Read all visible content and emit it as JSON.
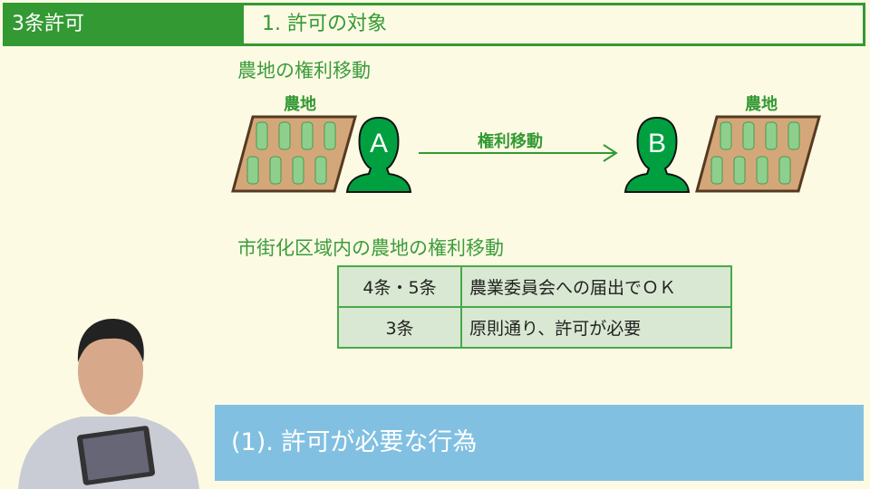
{
  "header": {
    "section": "3条許可",
    "topic": "1. 許可の対象"
  },
  "diagram": {
    "title": "農地の権利移動",
    "field_label_left": "農地",
    "field_label_right": "農地",
    "person_a": "A",
    "person_b": "B",
    "arrow_label": "権利移動"
  },
  "urban": {
    "title": "市街化区域内の農地の権利移動",
    "rows": [
      {
        "article": "4条・5条",
        "rule": "農業委員会への届出でＯＫ"
      },
      {
        "article": "3条",
        "rule": "原則通り、許可が必要"
      }
    ]
  },
  "banner": {
    "text": "(1). 許可が必要な行為"
  },
  "colors": {
    "green": "#339933",
    "bg": "#fdfae4",
    "banner": "#82c0e2"
  }
}
